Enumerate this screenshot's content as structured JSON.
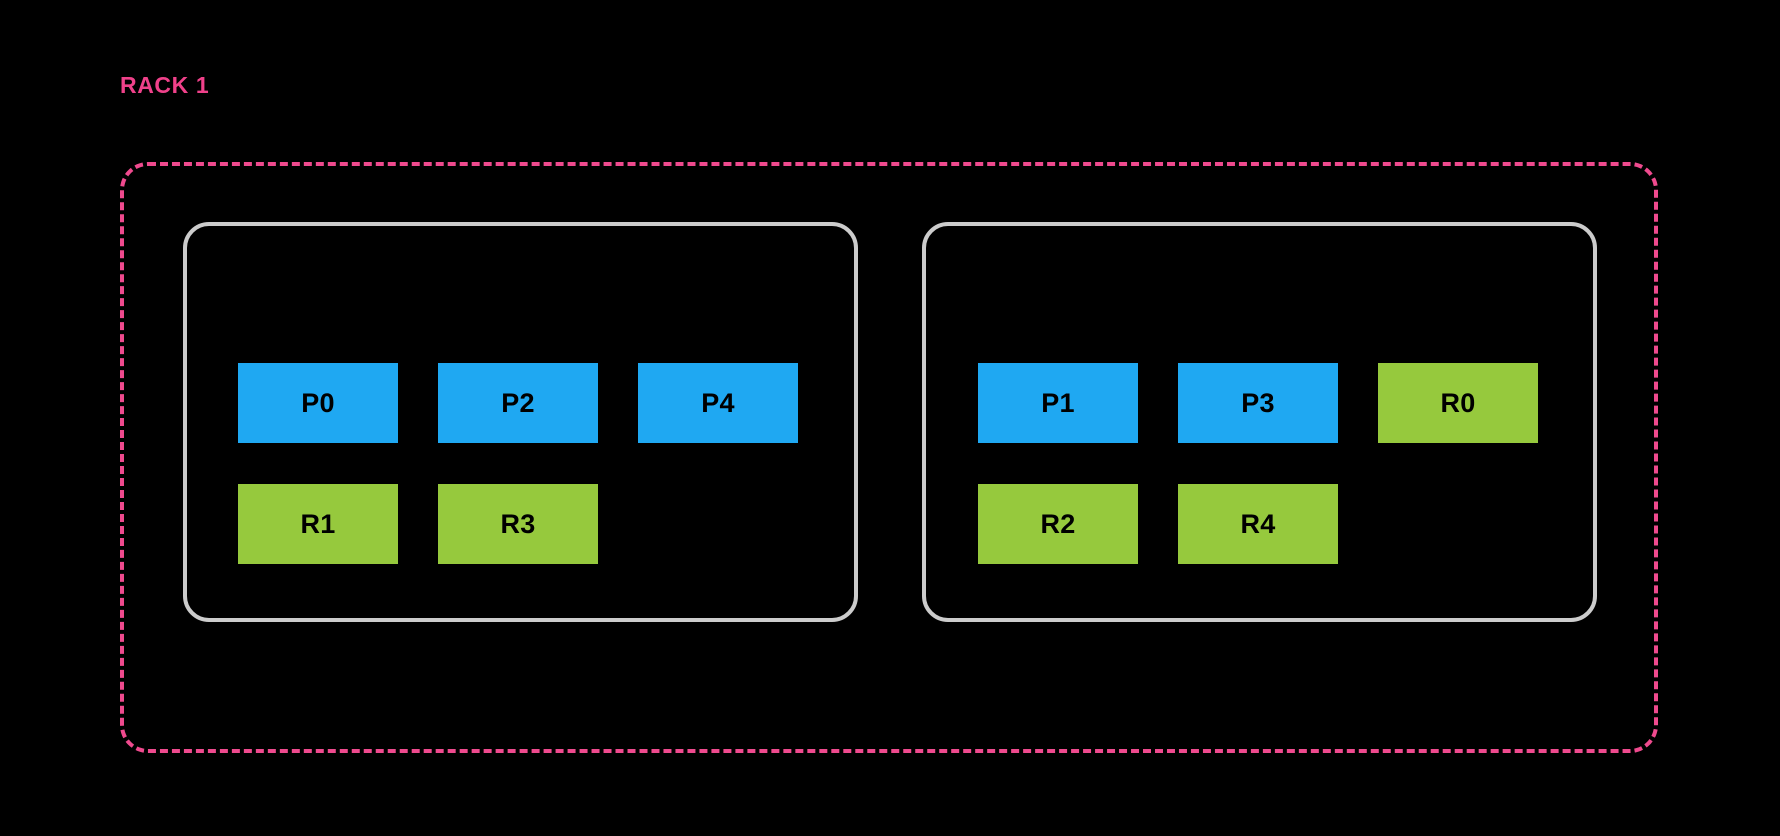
{
  "diagram": {
    "title": "RACK 1",
    "background_color": "#000000",
    "colors": {
      "rack_border": "#EF4A8E",
      "rack_label": "#F0418A",
      "node_border": "#CCCCCC",
      "primary_chip": "#1FA8F2",
      "replica_chip": "#96C93D",
      "chip_text": "#000000"
    },
    "nodes": [
      {
        "id": "node-left",
        "rows": [
          {
            "kind": "primary",
            "chips": [
              {
                "label": "P0"
              },
              {
                "label": "P2"
              },
              {
                "label": "P4"
              }
            ]
          },
          {
            "kind": "replica",
            "chips": [
              {
                "label": "R1"
              },
              {
                "label": "R3"
              }
            ]
          }
        ]
      },
      {
        "id": "node-right",
        "rows": [
          {
            "kind": "mixed",
            "chips": [
              {
                "label": "P1",
                "kind": "primary"
              },
              {
                "label": "P3",
                "kind": "primary"
              },
              {
                "label": "R0",
                "kind": "replica"
              }
            ]
          },
          {
            "kind": "replica",
            "chips": [
              {
                "label": "R2"
              },
              {
                "label": "R4"
              }
            ]
          }
        ]
      }
    ]
  }
}
